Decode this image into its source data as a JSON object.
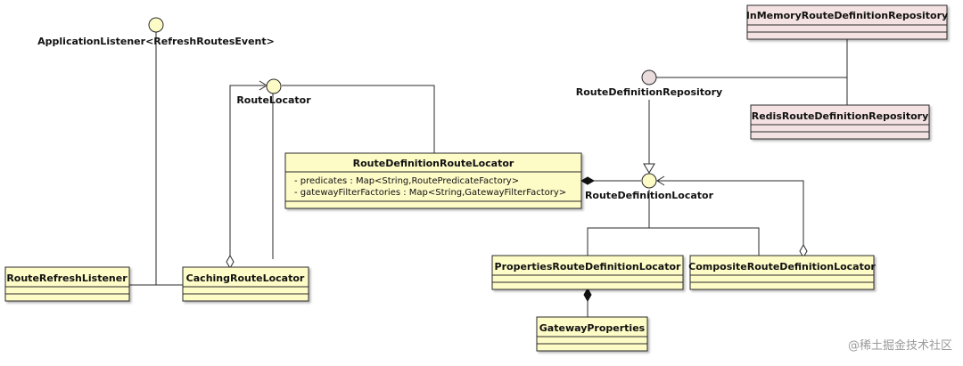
{
  "colors": {
    "class_fill": "#fdfbc6",
    "class_fill_alt": "#f4e2e2",
    "interface_fill": "#fdfbc6",
    "interface_fill_alt": "#eadcdc",
    "border": "#2a2a2a"
  },
  "interfaces": {
    "application_listener": "ApplicationListener<RefreshRoutesEvent>",
    "route_locator": "RouteLocator",
    "route_definition_repository": "RouteDefinitionRepository",
    "route_definition_locator": "RouteDefinitionLocator"
  },
  "classes": {
    "in_memory_repo": {
      "name": "InMemoryRouteDefinitionRepository"
    },
    "redis_repo": {
      "name": "RedisRouteDefinitionRepository"
    },
    "route_definition_route_locator": {
      "name": "RouteDefinitionRouteLocator",
      "attributes": [
        "- predicates : Map<String,RoutePredicateFactory>",
        "- gatewayFilterFactories : Map<String,GatewayFilterFactory>"
      ]
    },
    "route_refresh_listener": {
      "name": "RouteRefreshListener"
    },
    "caching_route_locator": {
      "name": "CachingRouteLocator"
    },
    "properties_locator": {
      "name": "PropertiesRouteDefinitionLocator"
    },
    "composite_locator": {
      "name": "CompositeRouteDefinitionLocator"
    },
    "gateway_properties": {
      "name": "GatewayProperties"
    }
  },
  "watermark": "@稀土掘金技术社区"
}
